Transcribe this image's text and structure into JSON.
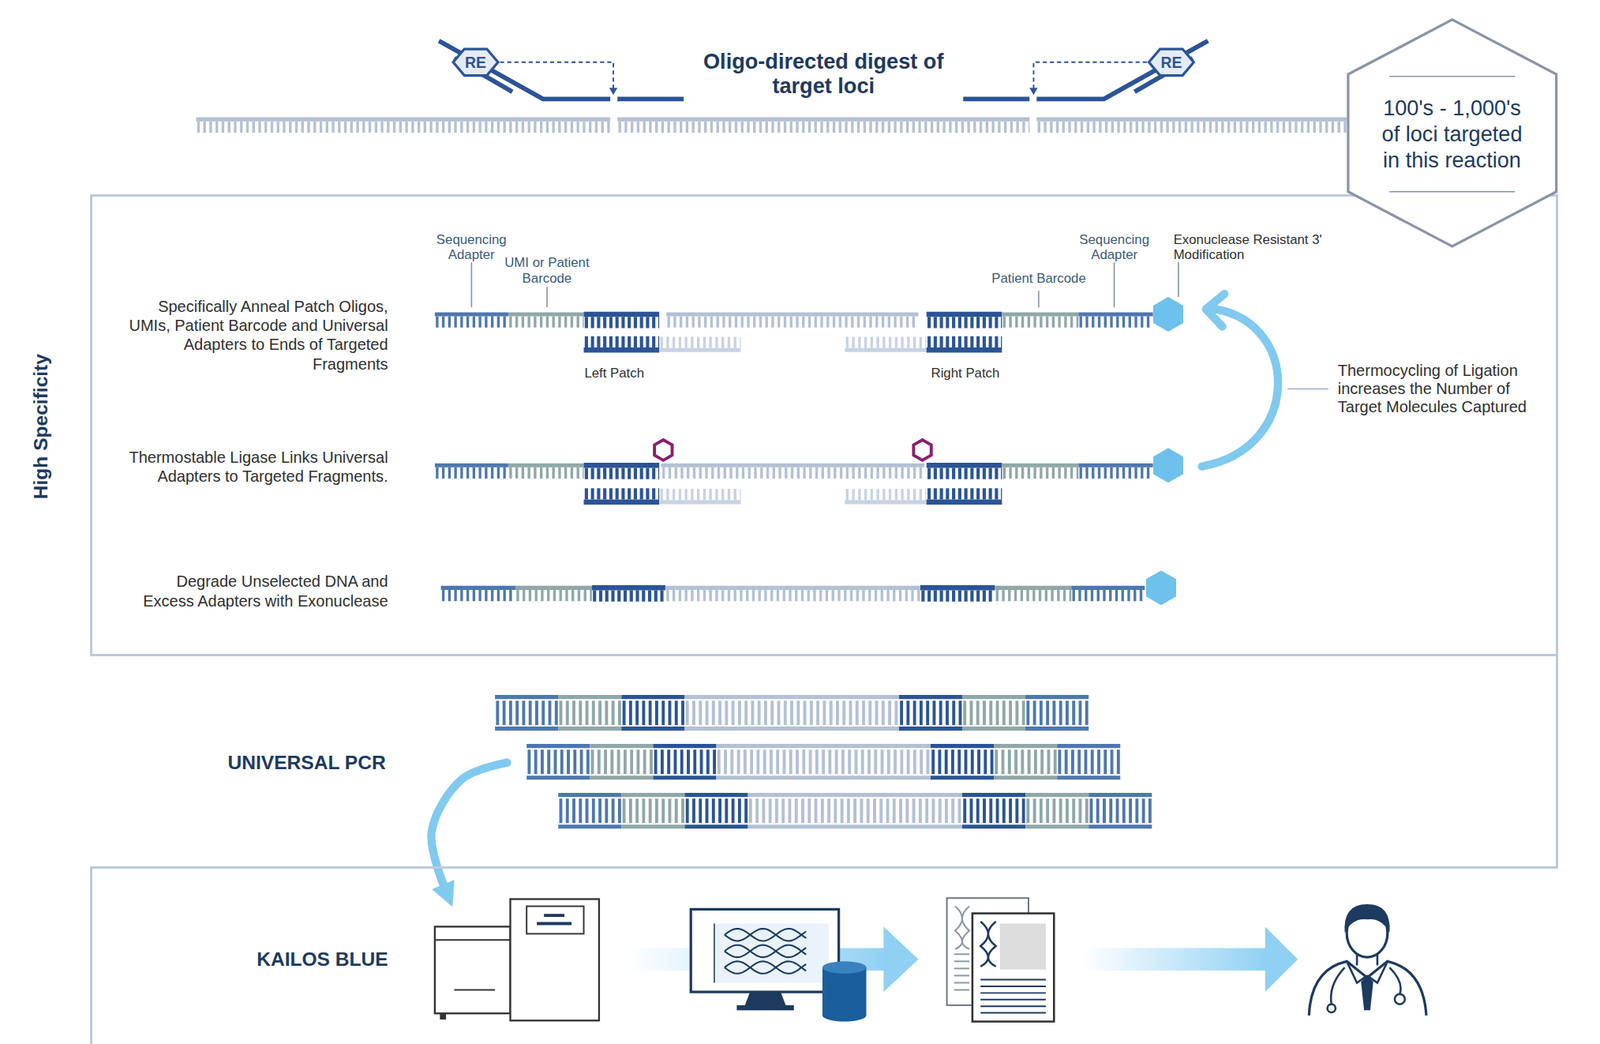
{
  "diagram": {
    "title": "Oligo-directed digest of target loci",
    "nodes": [
      {
        "text": [
          "100's - 1,000's of loci targeted in this reaction"
        ]
      },
      {
        "text": [
          "Specifically Anneal Patch Oligos, UMIs, Patient Barcode and Universal Adapters to Ends of Targeted Fragments",
          "Thermostable Ligase Links Universal Adapters to Targeted Fragments.",
          "Degrade Unselected DNA and Excess Adapters with Exonuclease"
        ]
      },
      {
        "text": [
          "UNIVERSAL PCR"
        ]
      },
      {
        "text": [
          "KAILOS BLUE"
        ]
      }
    ],
    "edges": [
      {
        "from": 2,
        "to": 3,
        "arrow": "to"
      }
    ],
    "labels": [
      "RE",
      "RE",
      "High Specificity",
      "Sequencing Adapter",
      "UMI or Patient Barcode",
      "Left Patch",
      "Right Patch",
      "Patient Barcode",
      "Sequencing Adapter",
      "Exonuclease Resistant 3' Modification",
      "Thermocycling of Ligation increases the Number of Target Molecules Captured"
    ]
  }
}
